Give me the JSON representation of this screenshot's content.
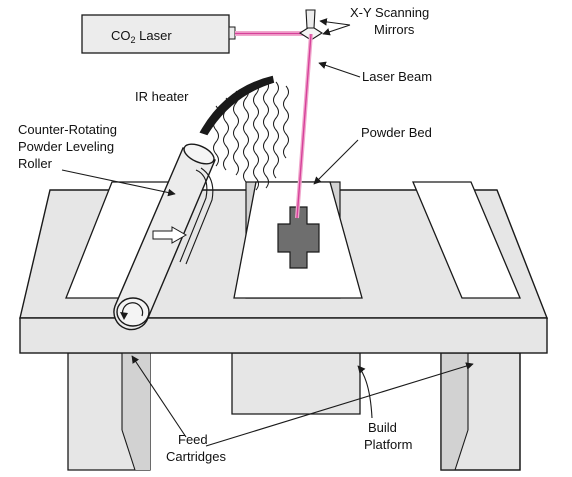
{
  "diagram": {
    "laser_label": {
      "prefix": "CO",
      "subscript": "2",
      "suffix": " Laser"
    },
    "mirrors_label": [
      "X-Y Scanning",
      "Mirrors"
    ],
    "laser_beam_label": "Laser Beam",
    "ir_heater_label": "IR heater",
    "roller_label": [
      "Counter-Rotating",
      "Powder Leveling",
      "Roller"
    ],
    "powder_bed_label": "Powder Bed",
    "feed_label": [
      "Feed",
      "Cartridges"
    ],
    "build_label": [
      "Build",
      "Platform"
    ],
    "colors": {
      "beam": "#d6409a",
      "beam_light": "#f0a6cc",
      "table": "#e4e4e4",
      "part": "#6e6e6e",
      "outline": "#1a1a1a",
      "fill_light": "#ececec"
    }
  }
}
